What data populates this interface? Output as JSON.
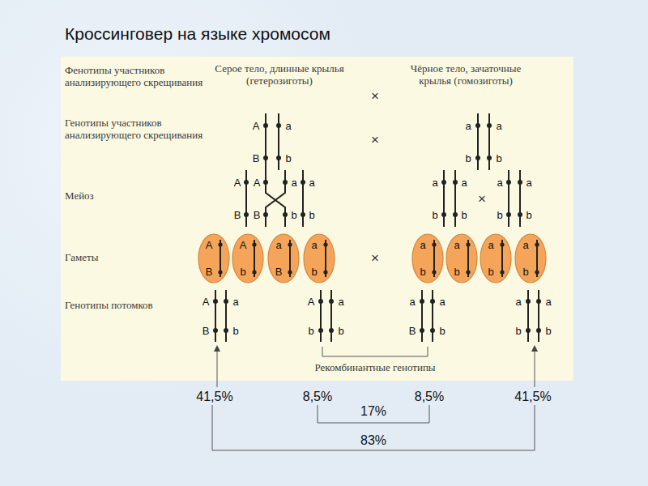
{
  "diagram": {
    "title": "Кроссинговер на языке хромосом",
    "nodes": [
      {
        "text": [
          "A",
          "B"
        ]
      },
      {
        "text": [
          "A",
          "b"
        ]
      },
      {
        "text": [
          "a",
          "B"
        ]
      },
      {
        "text": [
          "a",
          "b"
        ]
      },
      {
        "text": [
          "a",
          "b"
        ]
      },
      {
        "text": [
          "a",
          "b"
        ]
      },
      {
        "text": [
          "a",
          "b"
        ]
      },
      {
        "text": [
          "a",
          "b"
        ]
      }
    ],
    "labels": [
      "Фенотипы участников анализирующего скрещивания",
      "Серое тело, длинные крылья (гетерозиготы)",
      "×",
      "Чёрное тело, зачаточные крылья (гомозиготы)",
      "Генотипы участников анализирующего скрещивания",
      "A",
      "a",
      "B",
      "b",
      "×",
      "a",
      "a",
      "b",
      "b",
      "Мейоз",
      "A",
      "A",
      "a",
      "a",
      "B",
      "B",
      "b",
      "b",
      "a",
      "a",
      "b",
      "b",
      "a",
      "a",
      "b",
      "b",
      "×",
      "Гаметы",
      "×",
      "Генотипы потомков",
      "A",
      "a",
      "B",
      "b",
      "A",
      "a",
      "b",
      "b",
      "a",
      "a",
      "B",
      "b",
      "a",
      "a",
      "b",
      "b",
      "Рекомбинантные генотипы",
      "41,5%",
      "8,5%",
      "8,5%",
      "41,5%",
      "17%",
      "83%"
    ]
  }
}
